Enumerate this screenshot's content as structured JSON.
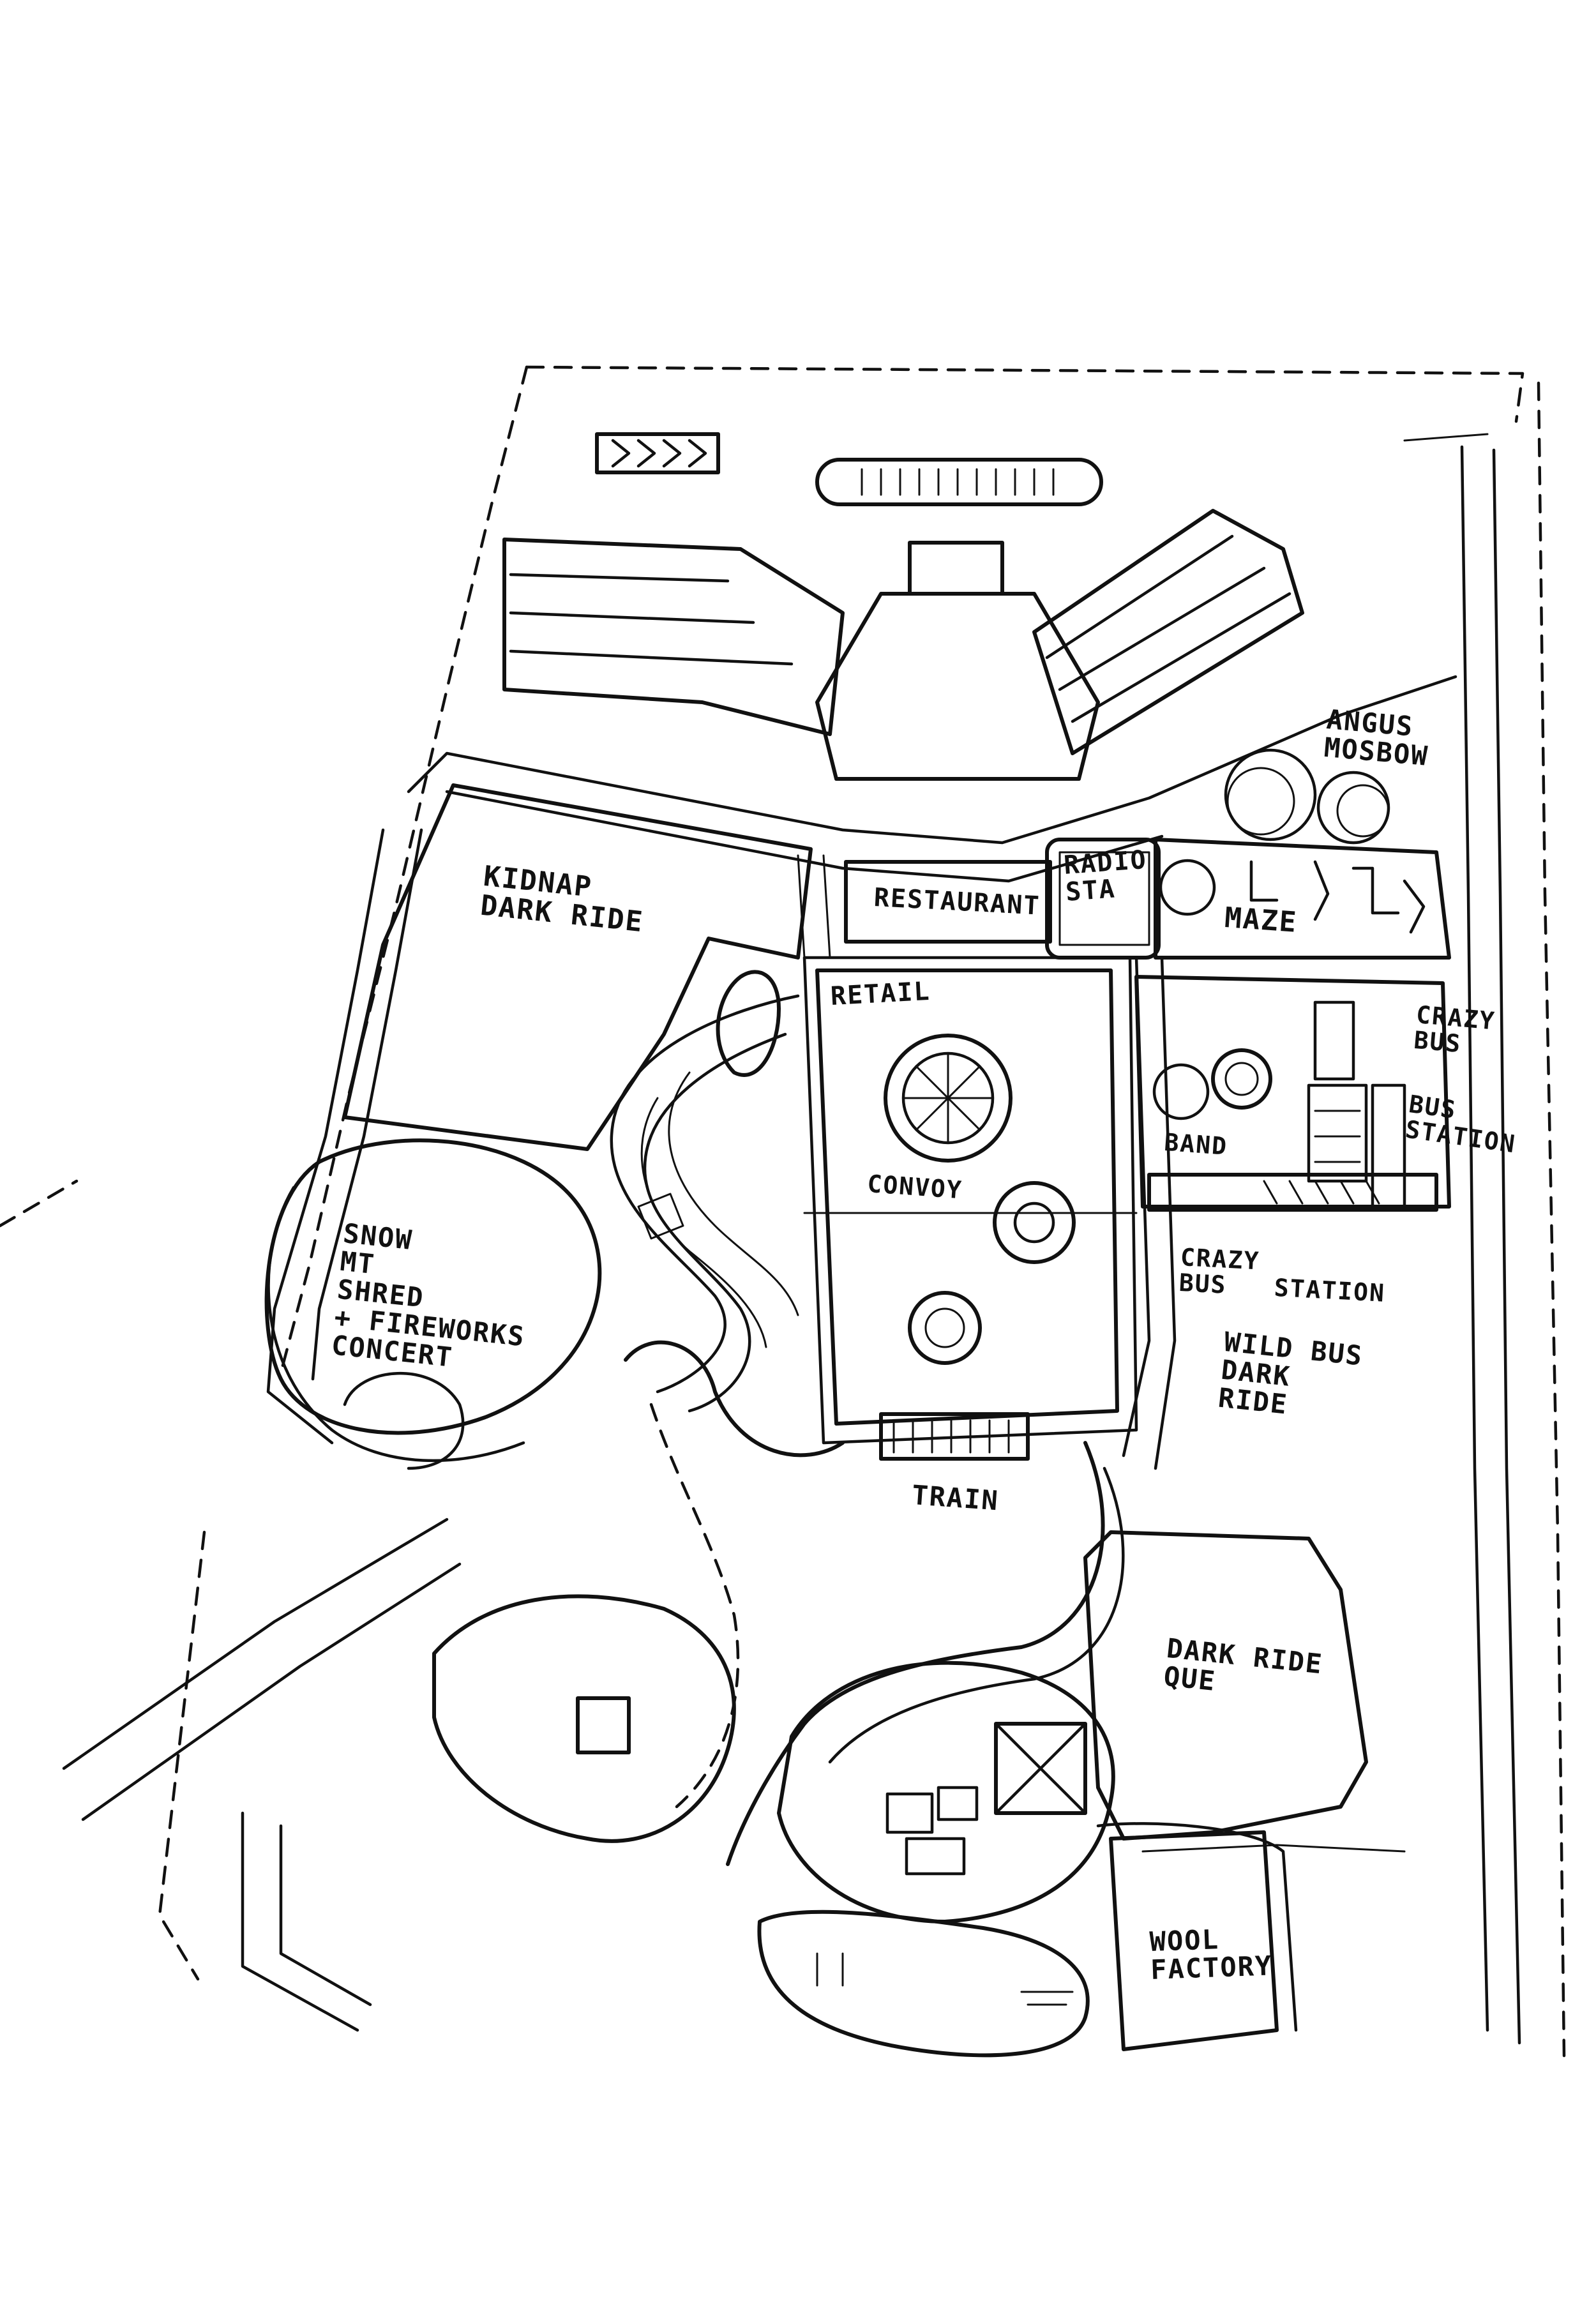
{
  "colors": {
    "paper": "#ffffff",
    "ink": "#111111"
  },
  "labels": {
    "kidnap_dark_ride": "KIDNAP\nDARK RIDE",
    "restaurant": "RESTAURANT",
    "radio_station": "RADIO\nSTA",
    "angus_mosbow": "ANGUS\nMOSBOW",
    "maze": "MAZE",
    "crazy_bus_top": "CRAZY\nBUS",
    "bus_station": "BUS\nSTATION",
    "band": "BAND",
    "crazy_bus_station": "CRAZY\nBUS   STATION",
    "retail": "RETAIL",
    "convoy": "CONVOY",
    "snow_mt": "SNOW\nMT\nSHRED\n+ FIREWORKS\nCONCERT",
    "wild_bus_dark_ride": "WILD BUS\nDARK\nRIDE",
    "train": "TRAIN",
    "dark_ride_queue": "DARK RIDE\nQUE",
    "wool_factory": "WOOL\nFACTORY"
  }
}
